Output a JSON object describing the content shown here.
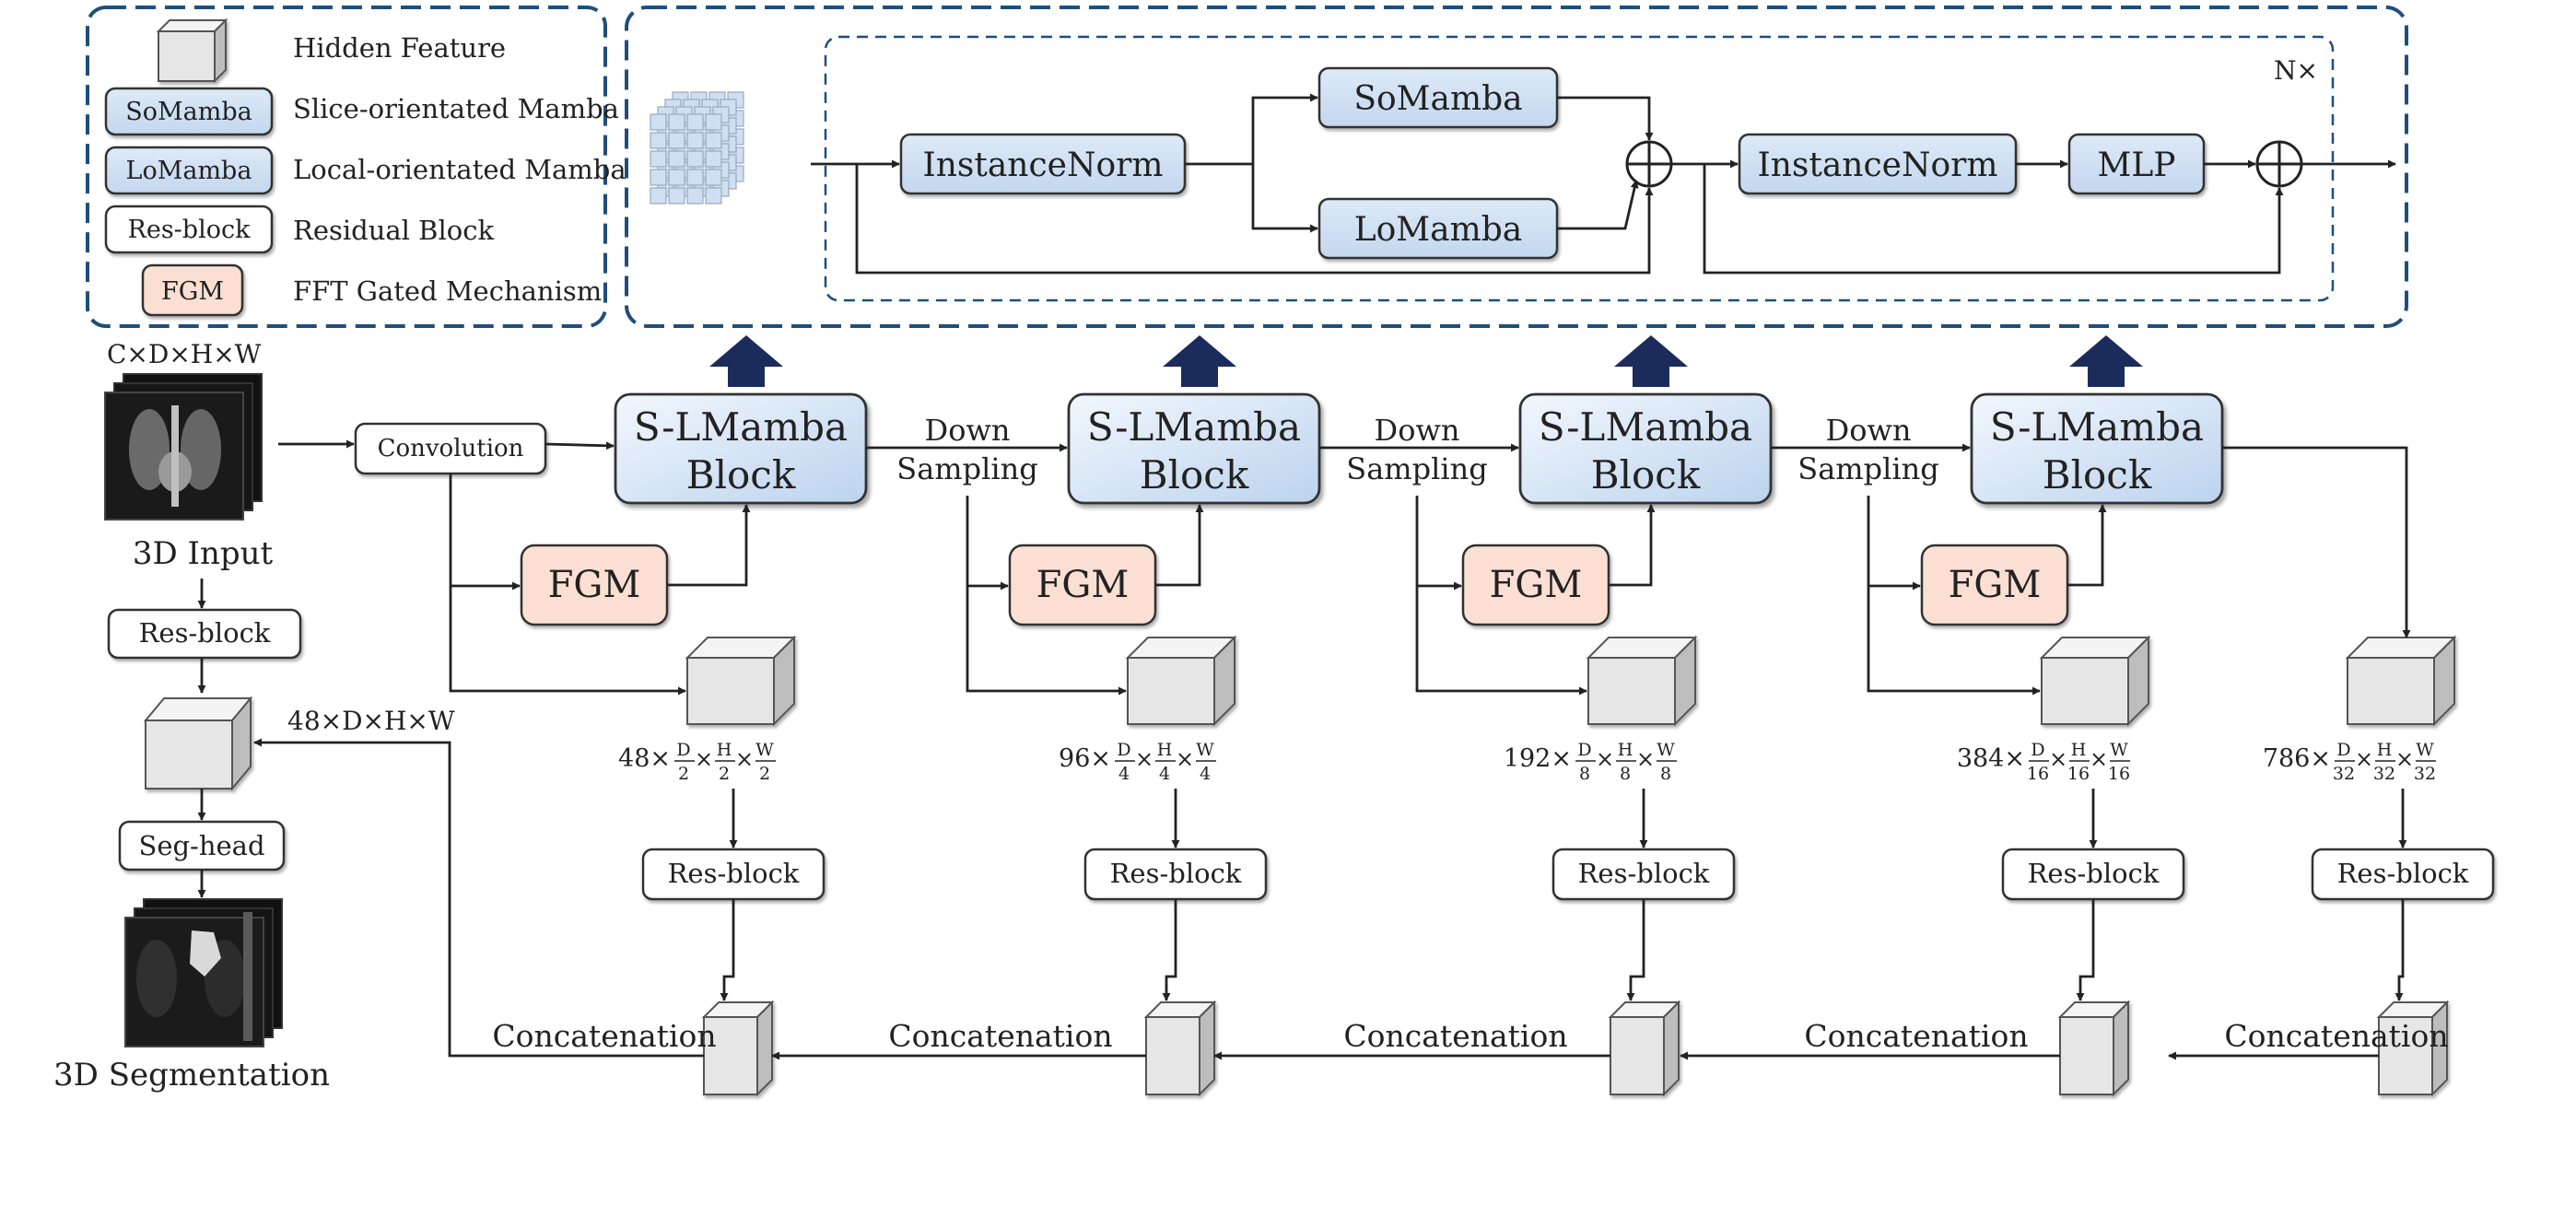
{
  "legend": {
    "items": [
      {
        "icon": "cube-icon",
        "tag": "",
        "desc": "Hidden Feature"
      },
      {
        "icon": "somamba-box",
        "tag": "SoMamba",
        "desc": "Slice-orientated Mamba"
      },
      {
        "icon": "lomamba-box",
        "tag": "LoMamba",
        "desc": "Local-orientated Mamba"
      },
      {
        "icon": "resblock-box",
        "tag": "Res-block",
        "desc": "Residual Block"
      },
      {
        "icon": "fgm-box",
        "tag": "FGM",
        "desc": "FFT Gated Mechanism"
      }
    ]
  },
  "detail": {
    "instancenorm1": "InstanceNorm",
    "somamba": "SoMamba",
    "lomamba": "LoMamba",
    "instancenorm2": "InstanceNorm",
    "mlp": "MLP",
    "repeat": "N×"
  },
  "input": {
    "dims": "C×D×H×W",
    "label": "3D Input",
    "convolution": "Convolution",
    "resblock": "Res-block",
    "feature_dims": "48×D×H×W",
    "seghead": "Seg-head",
    "output_label": "3D Segmentation"
  },
  "stages": [
    {
      "block_line1": "S-LMamba",
      "block_line2": "Block",
      "fgm": "FGM",
      "channels": "48×",
      "d": "D",
      "h": "H",
      "w": "W",
      "den": "2",
      "resblock": "Res-block",
      "concat": "Concatenation"
    },
    {
      "down1": "Down",
      "down2": "Sampling",
      "block_line1": "S-LMamba",
      "block_line2": "Block",
      "fgm": "FGM",
      "channels": "96×",
      "d": "D",
      "h": "H",
      "w": "W",
      "den": "4",
      "resblock": "Res-block",
      "concat": "Concatenation"
    },
    {
      "down1": "Down",
      "down2": "Sampling",
      "block_line1": "S-LMamba",
      "block_line2": "Block",
      "fgm": "FGM",
      "channels": "192×",
      "d": "D",
      "h": "H",
      "w": "W",
      "den": "8",
      "resblock": "Res-block",
      "concat": "Concatenation"
    },
    {
      "down1": "Down",
      "down2": "Sampling",
      "block_line1": "S-LMamba",
      "block_line2": "Block",
      "fgm": "FGM",
      "channels": "384×",
      "d": "D",
      "h": "H",
      "w": "W",
      "den": "16",
      "resblock": "Res-block",
      "concat": "Concatenation"
    },
    {
      "channels": "786×",
      "d": "D",
      "h": "H",
      "w": "W",
      "den": "32",
      "resblock": "Res-block",
      "concat": "Concatenation"
    }
  ],
  "colors": {
    "blue_fill": "#cfe0f3",
    "blue_stroke": "#7b9cc4",
    "fgm_fill": "#fbdfd3",
    "frame": "#1f4e79",
    "arrow_up": "#1a2b5c",
    "cube_face": "#e8e8e8"
  }
}
